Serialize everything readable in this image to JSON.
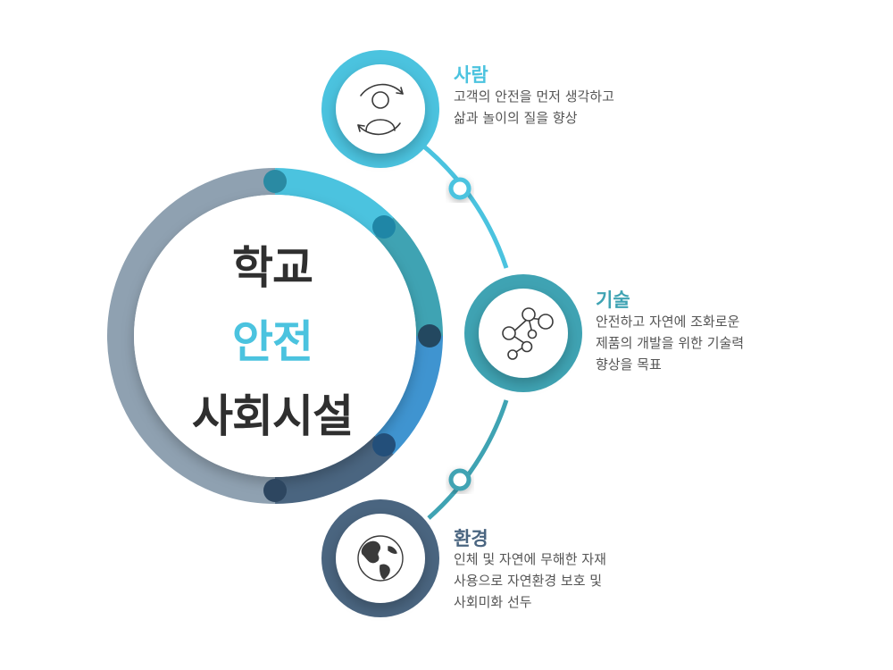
{
  "center": {
    "line1": "학교",
    "line2": "안전",
    "line3": "사회시설"
  },
  "items": [
    {
      "title": "사람",
      "desc": "고객의 안전을 먼저 생각하고\n삶과 놀이의 질을 향상",
      "icon": "person-cycle-icon",
      "color": "#4bc3df"
    },
    {
      "title": "기술",
      "desc": "안전하고 자연에 조화로운\n제품의 개발을 위한 기술력\n향상을 목표",
      "icon": "network-nodes-icon",
      "color": "#3fa3b3"
    },
    {
      "title": "환경",
      "desc": "인체 및 자연에 무해한 자재\n사용으로 자연환경 보호 및\n사회미화 선두",
      "icon": "globe-icon",
      "color": "#4a6580"
    }
  ],
  "colors": {
    "gray": "#8fa1b1",
    "cyan": "#4bc3df",
    "teal": "#3fa3b3",
    "blue": "#3f94d0",
    "slate": "#4a6580"
  }
}
